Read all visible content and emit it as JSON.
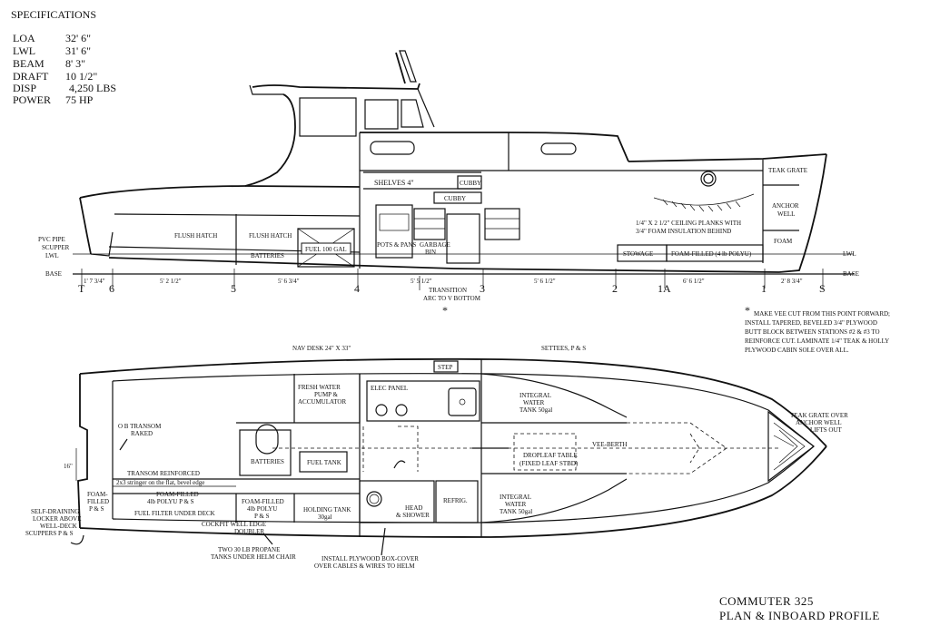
{
  "specs": {
    "heading": "SPECIFICATIONS",
    "rows": [
      {
        "label": "LOA",
        "value": "32' 6\""
      },
      {
        "label": "LWL",
        "value": "31' 6\""
      },
      {
        "label": "BEAM",
        "value": "8' 3\""
      },
      {
        "label": "DRAFT",
        "value": "10 1/2\""
      },
      {
        "label": "DISP",
        "value": "4,250 LBS"
      },
      {
        "label": "POWER",
        "value": "75 HP"
      }
    ]
  },
  "title": {
    "line1": "COMMUTER 325",
    "line2": "PLAN & INBOARD PROFILE"
  },
  "profile": {
    "shelves": "SHELVES 4\"",
    "cubby_upper": "CUBBY",
    "cubby_lower": "CUBBY",
    "teak_grate": "TEAK GRATE",
    "anchor_well": [
      "ANCHOR",
      "WELL"
    ],
    "foam": "FOAM",
    "ceiling_note": [
      "1/4\" X 2 1/2\" CEILING PLANKS WITH",
      "3/4\" FOAM INSULATION BEHIND"
    ],
    "flush_hatch_1": "FLUSH HATCH",
    "flush_hatch_2": "FLUSH HATCH",
    "batteries": "BATTERIES",
    "fuel": "FUEL 100 GAL",
    "pots_pans": "POTS & PANS",
    "garbage_bin": [
      "GARBAGE",
      "BIN"
    ],
    "stowage": "STOWAGE",
    "foam_filled": "FOAM-FILLED (4 lb POLYU)",
    "pvc_pipe": [
      "PVC PIPE",
      "SCUPPER"
    ],
    "lwl_left": "LWL",
    "lwl_right": "LWL",
    "base_left": "BASE",
    "base_right": "BASE",
    "stations": [
      "T",
      "6",
      "5",
      "4",
      "3",
      "2",
      "1A",
      "1",
      "S"
    ],
    "dims": [
      "1' 7 3/4\"",
      "5' 2 1/2\"",
      "5' 6 3/4\"",
      "5' 5 1/2\"",
      "5' 6 1/2\"",
      "6' 6 1/2\"",
      "2' 8 3/4\""
    ],
    "transition": [
      "TRANSITION",
      "ARC TO V BOTTOM"
    ],
    "asterisk": "*"
  },
  "note": {
    "star": "*",
    "lines": [
      "MAKE VEE CUT FROM THIS POINT FORWARD;",
      "INSTALL TAPERED, BEVELED 3/4\" PLYWOOD",
      "BUTT BLOCK BETWEEN STATIONS #2 & #3 TO",
      "REINFORCE CUT. LAMINATE 1/4\" TEAK & HOLLY",
      "PLYWOOD CABIN SOLE OVER ALL."
    ]
  },
  "plan": {
    "nav_desk": "NAV DESK 24\" X 33\"",
    "settees": "SETTEES, P & S",
    "step": "STEP",
    "fresh_water": [
      "FRESH WATER",
      "PUMP &",
      "ACCUMULATOR"
    ],
    "elec_panel": "ELEC PANEL",
    "integral_upper": [
      "INTEGRAL",
      "WATER",
      "TANK 50gal"
    ],
    "teak_grate_over": [
      "TEAK GRATE OVER",
      "ANCHOR WELL",
      "LIFTS OUT"
    ],
    "ob_transom": [
      "O B TRANSOM",
      "RAKED"
    ],
    "batteries": "BATTERIES",
    "fuel_tank": "FUEL TANK",
    "vee_berth": "VEE-BERTH",
    "dropleaf": [
      "DROPLEAF TABLE",
      "(FIXED LEAF STBD)"
    ],
    "dim_16": "16\"",
    "transom_reinforced": "TRANSOM REINFORCED",
    "stringer": "2x3 stringer on the flat, bevel edge",
    "foam_filled_left": [
      "FOAM-",
      "FILLED",
      "P & S"
    ],
    "foam_filled_mid": [
      "FOAM-FILLED",
      "4lb POLYU P & S"
    ],
    "fuel_filter": "FUEL FILTER UNDER DECK",
    "foam_filled_right": [
      "FOAM-FILLED",
      "4lb POLYU",
      "P & S"
    ],
    "cockpit_well": [
      "COCKPIT WELL EDGE",
      "DOUBLER"
    ],
    "holding_tank": [
      "HOLDING TANK",
      "30gal"
    ],
    "head_shower": [
      "HEAD",
      "& SHOWER"
    ],
    "refrig": "REFRIG.",
    "integral_lower": [
      "INTEGRAL",
      "WATER",
      "TANK 50gal"
    ],
    "self_draining": [
      "SELF-DRAINING",
      "LOCKER ABOVE",
      "WELL-DECK",
      "SCUPPERS P & S"
    ],
    "propane": [
      "TWO 30 LB PROPANE",
      "TANKS UNDER HELM CHAIR"
    ],
    "plywood_box": [
      "INSTALL PLYWOOD BOX-COVER",
      "OVER CABLES & WIRES TO HELM"
    ]
  }
}
